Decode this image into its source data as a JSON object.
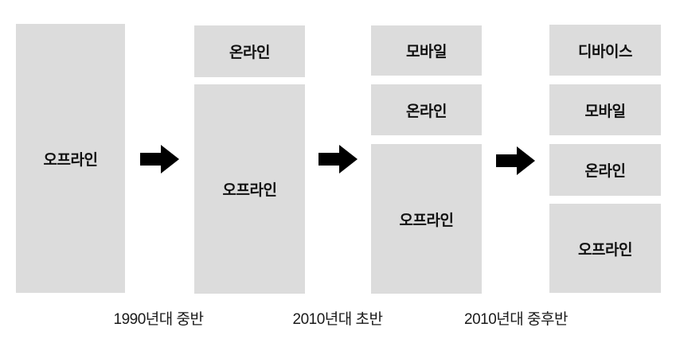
{
  "theme": {
    "background": "#ffffff",
    "box_fill": "#dcdcdc",
    "box_text_color": "#111111",
    "arrow_color": "#000000",
    "timeline_text_color": "#1a1a1a"
  },
  "diagram": {
    "stages": [
      {
        "boxes": [
          {
            "label": "오프라인"
          }
        ]
      },
      {
        "boxes": [
          {
            "label": "온라인"
          },
          {
            "label": "오프라인"
          }
        ]
      },
      {
        "boxes": [
          {
            "label": "모바일"
          },
          {
            "label": "온라인"
          },
          {
            "label": "오프라인"
          }
        ]
      },
      {
        "boxes": [
          {
            "label": "디바이스"
          },
          {
            "label": "모바일"
          },
          {
            "label": "온라인"
          },
          {
            "label": "오프라인"
          }
        ]
      }
    ],
    "arrows": [
      {
        "icon": "right-arrow"
      },
      {
        "icon": "right-arrow"
      },
      {
        "icon": "right-arrow"
      }
    ],
    "timeline_labels": [
      {
        "label": "1990년대 중반"
      },
      {
        "label": "2010년대 초반"
      },
      {
        "label": "2010년대 중후반"
      }
    ]
  }
}
